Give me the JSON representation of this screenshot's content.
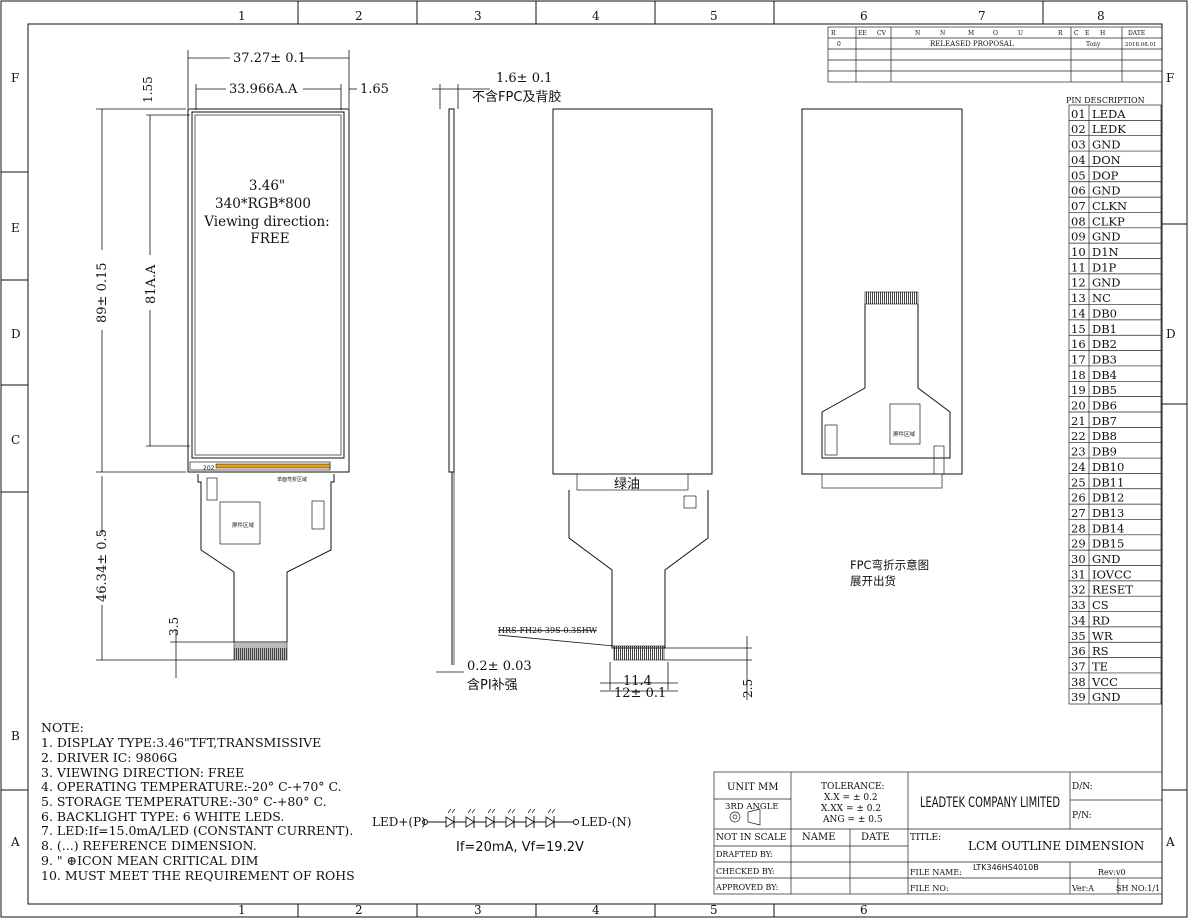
{
  "frame": {
    "col_labels": [
      "1",
      "2",
      "3",
      "4",
      "5",
      "6",
      "7",
      "8"
    ],
    "row_labels": [
      "F",
      "E",
      "D",
      "C",
      "B",
      "A"
    ]
  },
  "revision_table": {
    "header": [
      "R",
      "EE",
      "CV",
      "N",
      "N",
      "M",
      "O",
      "U",
      "R",
      "C",
      "E",
      "H",
      "DATE"
    ],
    "row": {
      "rev": "0",
      "description": "RELEASED PROPOSAL",
      "by": "Tony",
      "date": "2018.08.01"
    }
  },
  "front_view": {
    "overall_width": "37.27± 0.1",
    "aa_width": "33.966A.A",
    "top_margin": "1.55",
    "side_margin": "1.65",
    "overall_height": "89± 0.15",
    "aa_height": "81A.A",
    "fpc_length": "46.34± 0.5",
    "fpc_end": "3.5",
    "spec_lines": [
      "3.46\"",
      "340*RGB*800",
      "Viewing direction:",
      "FREE"
    ],
    "fpc_labels": {
      "top_text": "单面弯折区域",
      "stiffener": "屏件区域",
      "pin_label": "202"
    }
  },
  "side_view": {
    "thickness": "1.6± 0.1",
    "thickness_note": "不含FPC及背胶",
    "fpc_thickness": "0.2± 0.03",
    "fpc_note": "含PI补强"
  },
  "back_view": {
    "green_oil": "绿油",
    "connector": "HRS-FH26-39S-0.3SHW",
    "conn_width_1": "11.4",
    "conn_width_2": "12± 0.1",
    "conn_height": "2.5"
  },
  "bent_view": {
    "note_line1": "FPC弯折示意图",
    "note_line2": "展开出货",
    "stiffener": "屏件区域"
  },
  "pin_description": {
    "title": "PIN DESCRIPTION",
    "pins": [
      {
        "no": "01",
        "name": "LEDA"
      },
      {
        "no": "02",
        "name": "LEDK"
      },
      {
        "no": "03",
        "name": "GND"
      },
      {
        "no": "04",
        "name": "DON"
      },
      {
        "no": "05",
        "name": "DOP"
      },
      {
        "no": "06",
        "name": "GND"
      },
      {
        "no": "07",
        "name": "CLKN"
      },
      {
        "no": "08",
        "name": "CLKP"
      },
      {
        "no": "09",
        "name": "GND"
      },
      {
        "no": "10",
        "name": "D1N"
      },
      {
        "no": "11",
        "name": "D1P"
      },
      {
        "no": "12",
        "name": "GND"
      },
      {
        "no": "13",
        "name": "NC"
      },
      {
        "no": "14",
        "name": "DB0"
      },
      {
        "no": "15",
        "name": "DB1"
      },
      {
        "no": "16",
        "name": "DB2"
      },
      {
        "no": "17",
        "name": "DB3"
      },
      {
        "no": "18",
        "name": "DB4"
      },
      {
        "no": "19",
        "name": "DB5"
      },
      {
        "no": "20",
        "name": "DB6"
      },
      {
        "no": "21",
        "name": "DB7"
      },
      {
        "no": "22",
        "name": "DB8"
      },
      {
        "no": "23",
        "name": "DB9"
      },
      {
        "no": "24",
        "name": "DB10"
      },
      {
        "no": "25",
        "name": "DB11"
      },
      {
        "no": "26",
        "name": "DB12"
      },
      {
        "no": "27",
        "name": "DB13"
      },
      {
        "no": "28",
        "name": "DB14"
      },
      {
        "no": "29",
        "name": "DB15"
      },
      {
        "no": "30",
        "name": "GND"
      },
      {
        "no": "31",
        "name": "IOVCC"
      },
      {
        "no": "32",
        "name": "RESET"
      },
      {
        "no": "33",
        "name": "CS"
      },
      {
        "no": "34",
        "name": "RD"
      },
      {
        "no": "35",
        "name": "WR"
      },
      {
        "no": "36",
        "name": "RS"
      },
      {
        "no": "37",
        "name": "TE"
      },
      {
        "no": "38",
        "name": "VCC"
      },
      {
        "no": "39",
        "name": "GND"
      }
    ]
  },
  "notes": {
    "title": "NOTE:",
    "lines": [
      "1. DISPLAY TYPE:3.46\"TFT,TRANSMISSIVE",
      "2. DRIVER IC: 9806G",
      "3. VIEWING DIRECTION: FREE",
      "4. OPERATING TEMPERATURE:-20° C-+70° C.",
      "5. STORAGE TEMPERATURE:-30° C-+80° C.",
      "6. BACKLIGHT TYPE:  6   WHITE LEDS.",
      "7. LED:If=15.0mA/LED (CONSTANT CURRENT).",
      "8. (...) REFERENCE DIMENSION.",
      "9. \" ⊕ICON MEAN CRITICAL DIM",
      "10. MUST MEET THE REQUIREMENT OF ROHS"
    ]
  },
  "led_circuit": {
    "anode": "LED+(P)",
    "cathode": "LED-(N)",
    "spec": "If=20mA, Vf=19.2V",
    "led_count": 6
  },
  "title_block": {
    "unit": "UNIT MM",
    "angle": "3RD ANGLE",
    "tolerance_title": "TOLERANCE:",
    "tolerance_lines": [
      "X.X = ± 0.2",
      "X.XX = ± 0.2",
      "ANG = ± 0.5"
    ],
    "company": "LEADTEK COMPANY LIMITED",
    "dn": "D/N:",
    "pn": "P/N:",
    "not_in_scale": "NOT IN SCALE",
    "name_col": "NAME",
    "date_col": "DATE",
    "drafted": "DRAFTED BY:",
    "checked": "CHECKED BY:",
    "approved": "APPROVED BY:",
    "title_label": "TITLE:",
    "title_value": "LCM OUTLINE DIMENSION",
    "file_name_label": "FILE NAME:",
    "file_name_value": "LTK346HS4010B",
    "file_no_label": "FILE NO:",
    "rev": "Rev:v0",
    "ver": "Ver:A",
    "sheet": "SH NO:1/1"
  }
}
